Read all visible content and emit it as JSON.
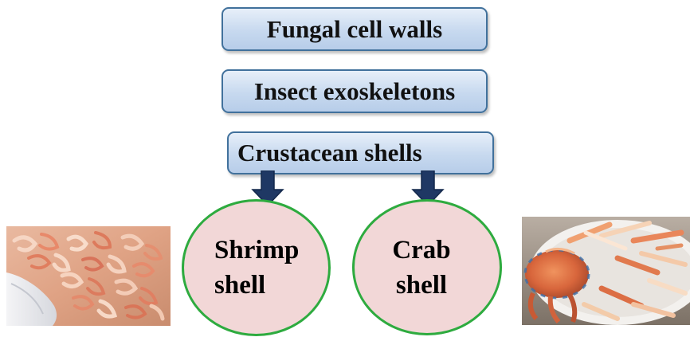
{
  "diagram": {
    "boxes": {
      "fungal": "Fungal cell walls",
      "insect": "Insect exoskeletons",
      "crustacean": "Crustacean shells"
    },
    "ellipses": {
      "shrimp": {
        "line1": "Shrimp",
        "line2": "shell"
      },
      "crab": {
        "line1": "Crab",
        "line2": "shell"
      }
    },
    "photos": {
      "left": "shrimp-shells-photo",
      "right": "crab-shells-photo"
    },
    "colors": {
      "box_fill": "#c7d9ef",
      "box_border": "#41719c",
      "arrow": "#1f3864",
      "ellipse_fill": "#f2d7d7",
      "ellipse_border": "#2eab3f"
    }
  }
}
